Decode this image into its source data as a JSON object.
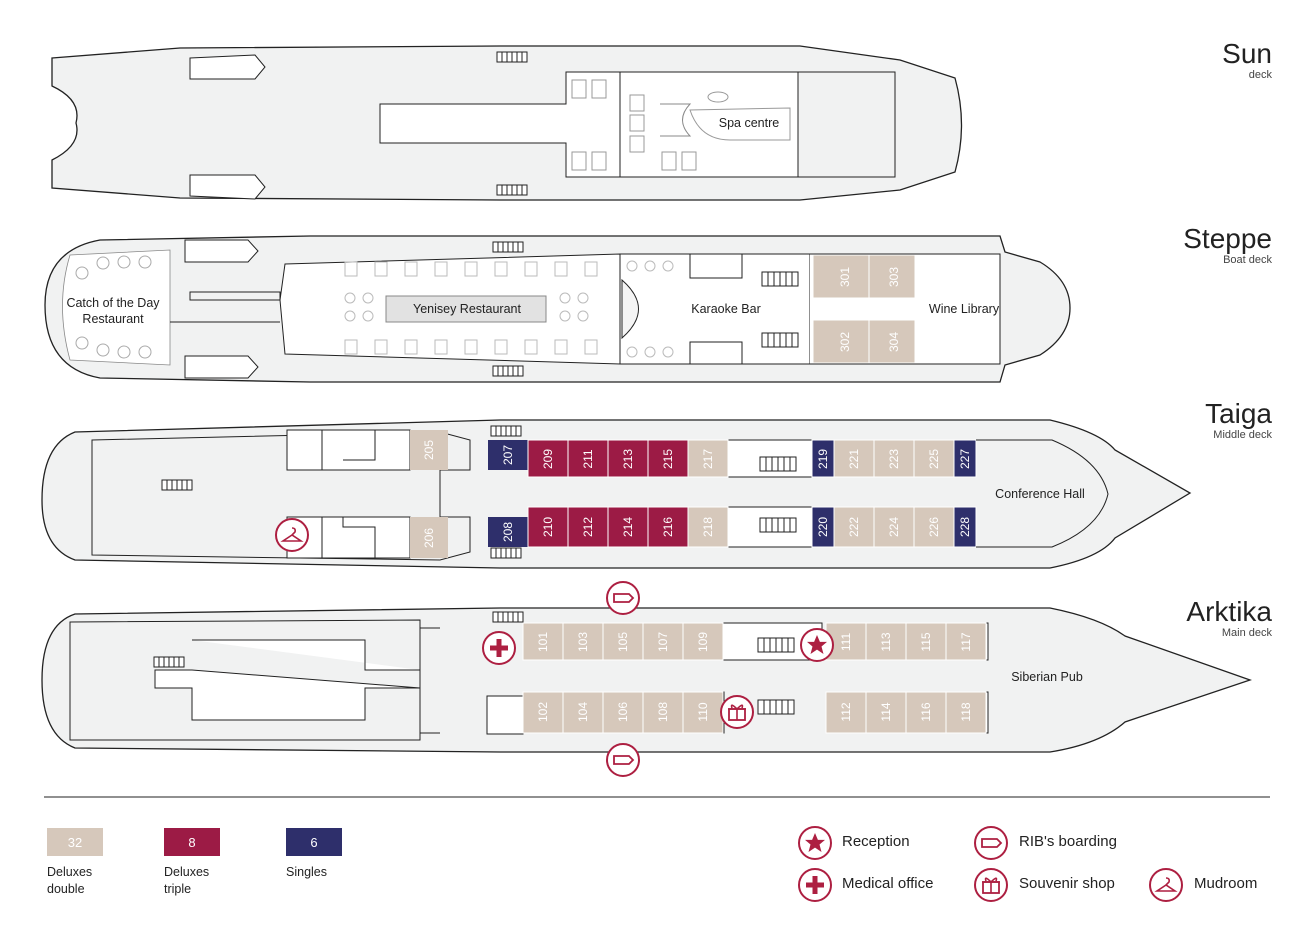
{
  "colors": {
    "double": "#d6c8bb",
    "triple": "#9c1b45",
    "single": "#2e2f6b",
    "accent": "#ad1f41",
    "hull": "#f1f2f2",
    "stroke": "#222222"
  },
  "decks": [
    {
      "name": "Sun",
      "sub": "deck"
    },
    {
      "name": "Steppe",
      "sub": "Boat deck"
    },
    {
      "name": "Taiga",
      "sub": "Middle deck"
    },
    {
      "name": "Arktika",
      "sub": "Main deck"
    }
  ],
  "areas": {
    "spa": "Spa centre",
    "catch1": "Catch of the Day",
    "catch2": "Restaurant",
    "yenisey": "Yenisey Restaurant",
    "karaoke": "Karaoke Bar",
    "wine": "Wine Library",
    "conference": "Conference Hall",
    "pub": "Siberian Pub"
  },
  "cabins": {
    "steppe": [
      "301",
      "302",
      "303",
      "304"
    ],
    "taiga": [
      "205",
      "206",
      "207",
      "208",
      "209",
      "210",
      "211",
      "212",
      "213",
      "214",
      "215",
      "216",
      "217",
      "218",
      "219",
      "220",
      "221",
      "222",
      "223",
      "224",
      "225",
      "226",
      "227",
      "228"
    ],
    "arktika": [
      "101",
      "102",
      "103",
      "104",
      "105",
      "106",
      "107",
      "108",
      "109",
      "110",
      "111",
      "112",
      "113",
      "114",
      "115",
      "116",
      "117",
      "118"
    ]
  },
  "legend": {
    "double": {
      "count": "32",
      "label1": "Deluxes",
      "label2": "double"
    },
    "triple": {
      "count": "8",
      "label1": "Deluxes",
      "label2": "triple"
    },
    "single": {
      "count": "6",
      "label1": "Singles"
    }
  },
  "icons": {
    "reception": {
      "icon": "star-icon",
      "label": "Reception"
    },
    "medical": {
      "icon": "cross-icon",
      "label": "Medical office"
    },
    "rib": {
      "icon": "boat-icon",
      "label": "RIB's boarding"
    },
    "souvenir": {
      "icon": "gift-icon",
      "label": "Souvenir shop"
    },
    "mudroom": {
      "icon": "hanger-icon",
      "label": "Mudroom"
    }
  }
}
